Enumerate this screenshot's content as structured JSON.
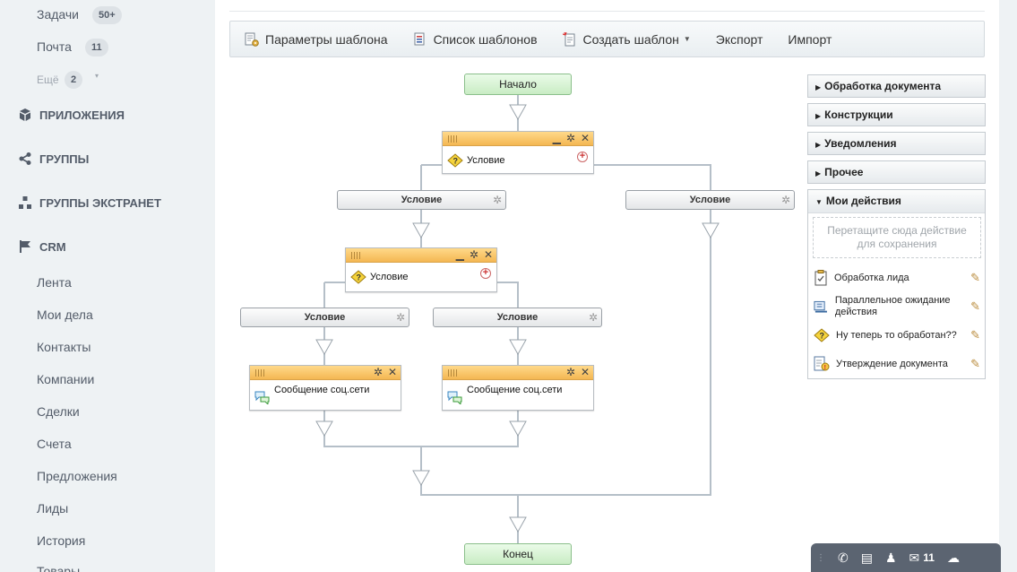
{
  "sidebar": {
    "tasks": {
      "label": "Задачи",
      "count": "50+"
    },
    "mail": {
      "label": "Почта",
      "count": "11"
    },
    "more": {
      "label": "Ещё",
      "count": "2"
    },
    "sections": [
      {
        "label": "ПРИЛОЖЕНИЯ",
        "icon": "apps-icon"
      },
      {
        "label": "ГРУППЫ",
        "icon": "share-icon"
      },
      {
        "label": "ГРУППЫ ЭКСТРАНЕТ",
        "icon": "extranet-icon"
      },
      {
        "label": "CRM",
        "icon": "flag-icon"
      }
    ],
    "crm_items": [
      "Лента",
      "Мои дела",
      "Контакты",
      "Компании",
      "Сделки",
      "Счета",
      "Предложения",
      "Лиды",
      "История",
      "Товары"
    ]
  },
  "toolbar": {
    "template_params": "Параметры шаблона",
    "template_list": "Список шаблонов",
    "create_template": "Создать шаблон",
    "export": "Экспорт",
    "import": "Импорт"
  },
  "designer": {
    "start": "Начало",
    "end": "Конец",
    "condition_title": "Условие",
    "branch_label": "Условие",
    "social_message": "Сообщение соц.сети"
  },
  "panel": {
    "groups": [
      "Обработка документа",
      "Конструкции",
      "Уведомления",
      "Прочее"
    ],
    "my_actions_title": "Мои действия",
    "drop_hint": "Перетащите сюда действие для сохранения",
    "my_actions": [
      {
        "label": "Обработка лида",
        "icon": "clipboard-icon"
      },
      {
        "label": "Параллельное ожидание действия",
        "icon": "parallel-wait-icon"
      },
      {
        "label": "Ну теперь то обработан??",
        "icon": "condition-icon"
      },
      {
        "label": "Утверждение документа",
        "icon": "approve-doc-icon"
      }
    ]
  },
  "bottom_bar": {
    "mail_count": "11"
  },
  "colors": {
    "accent_orange": "#f4b752",
    "start_green": "#c9ecc4",
    "sidebar_bg": "#eef2f4"
  }
}
